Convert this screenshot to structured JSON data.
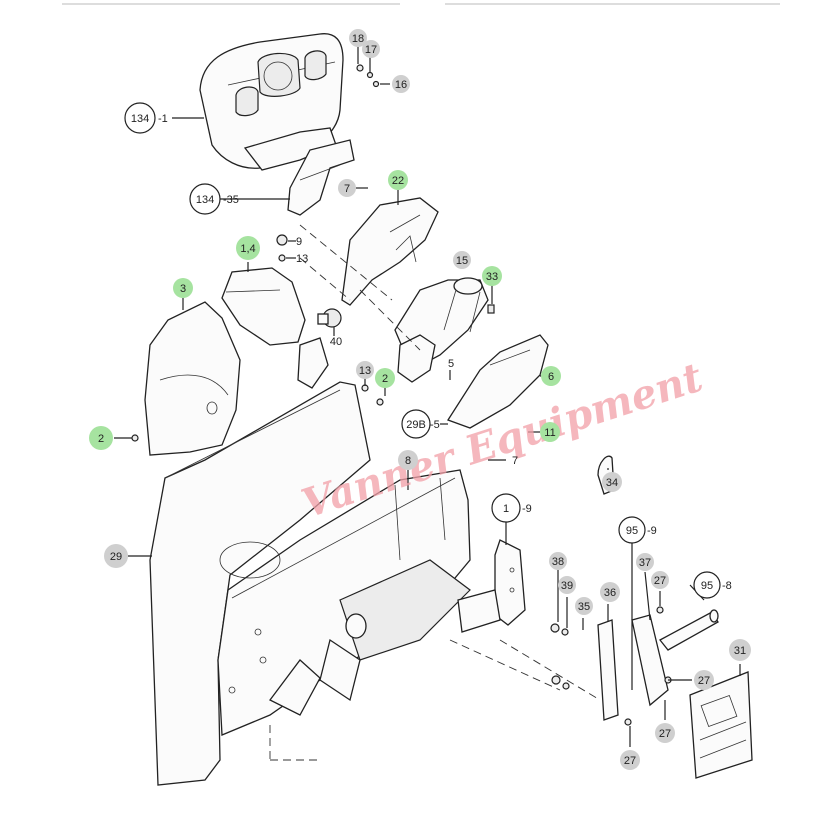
{
  "colors": {
    "grey_callout": "#cfcfcf",
    "green_callout": "#a6e3a0",
    "white_callout": "#ffffff",
    "line": "#222222",
    "watermark": "#f2a0a8"
  },
  "watermark": {
    "text": "Vanner Equipment"
  },
  "callouts": [
    {
      "id": "c18",
      "text": "18",
      "style": "grey"
    },
    {
      "id": "c17",
      "text": "17",
      "style": "grey"
    },
    {
      "id": "c16",
      "text": "16",
      "style": "grey"
    },
    {
      "id": "c134a",
      "text": "134",
      "style": "white",
      "suffix": "-1"
    },
    {
      "id": "c7a",
      "text": "7",
      "style": "grey"
    },
    {
      "id": "c22",
      "text": "22",
      "style": "green"
    },
    {
      "id": "c134b",
      "text": "134",
      "style": "white",
      "suffix": "-35"
    },
    {
      "id": "c14",
      "text": "1,4",
      "style": "green"
    },
    {
      "id": "c9",
      "text": "9",
      "style": "grey"
    },
    {
      "id": "c13a",
      "text": "13",
      "style": "grey"
    },
    {
      "id": "c15",
      "text": "15",
      "style": "grey"
    },
    {
      "id": "c33",
      "text": "33",
      "style": "green"
    },
    {
      "id": "c3",
      "text": "3",
      "style": "green"
    },
    {
      "id": "c40",
      "text": "40",
      "style": "grey"
    },
    {
      "id": "c13b",
      "text": "13",
      "style": "grey"
    },
    {
      "id": "c2a",
      "text": "2",
      "style": "green"
    },
    {
      "id": "c5",
      "text": "5",
      "style": "grey"
    },
    {
      "id": "c6",
      "text": "6",
      "style": "green"
    },
    {
      "id": "c29b",
      "text": "29B",
      "style": "white",
      "suffix": "-5"
    },
    {
      "id": "c11",
      "text": "11",
      "style": "green"
    },
    {
      "id": "c2b",
      "text": "2",
      "style": "green"
    },
    {
      "id": "c7b",
      "text": "7",
      "style": "grey"
    },
    {
      "id": "c8",
      "text": "8",
      "style": "grey"
    },
    {
      "id": "c34",
      "text": "34",
      "style": "grey"
    },
    {
      "id": "c1",
      "text": "1",
      "style": "white",
      "suffix": "-9"
    },
    {
      "id": "c29",
      "text": "29",
      "style": "grey"
    },
    {
      "id": "c95a",
      "text": "95",
      "style": "white",
      "suffix": "-9"
    },
    {
      "id": "c38",
      "text": "38",
      "style": "grey"
    },
    {
      "id": "c37",
      "text": "37",
      "style": "grey"
    },
    {
      "id": "c39",
      "text": "39",
      "style": "grey"
    },
    {
      "id": "c27a",
      "text": "27",
      "style": "grey"
    },
    {
      "id": "c95b",
      "text": "95",
      "style": "white",
      "suffix": "-8"
    },
    {
      "id": "c35",
      "text": "35",
      "style": "grey"
    },
    {
      "id": "c36",
      "text": "36",
      "style": "grey"
    },
    {
      "id": "c31",
      "text": "31",
      "style": "grey"
    },
    {
      "id": "c27b",
      "text": "27",
      "style": "grey"
    },
    {
      "id": "c27c",
      "text": "27",
      "style": "grey"
    },
    {
      "id": "c27d",
      "text": "27",
      "style": "grey"
    }
  ]
}
